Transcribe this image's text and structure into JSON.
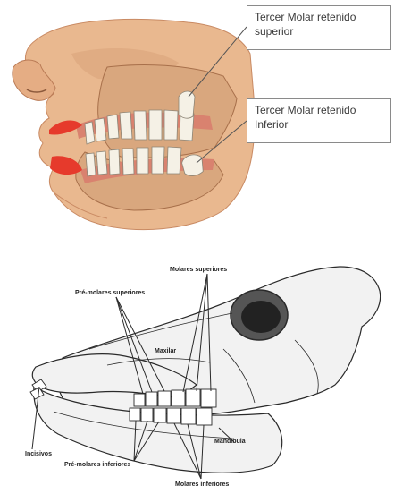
{
  "top_figure": {
    "callouts": [
      {
        "text": "Tercer Molar retenido\nsuperior"
      },
      {
        "text": "Tercer Molar retenido\nInferior"
      }
    ],
    "colors": {
      "skin": "#e9b88f",
      "skin_shadow": "#c98a63",
      "lip": "#e63a2c",
      "gum": "#d9826f",
      "tooth": "#f5f1e6",
      "bone": "#d9a77e"
    }
  },
  "bottom_figure": {
    "labels": {
      "molares_superiores": "Molares superiores",
      "pre_molares_superiores": "Pré-molares superiores",
      "maxilar": "Maxilar",
      "incisivos": "Incisivos",
      "pre_molares_inferiores": "Pré-molares inferiores",
      "mandibula": "Mandíbula",
      "molares_inferiores": "Molares inferiores"
    },
    "colors": {
      "line": "#2a2a2a",
      "bone_fill": "#f2f2f2"
    }
  }
}
